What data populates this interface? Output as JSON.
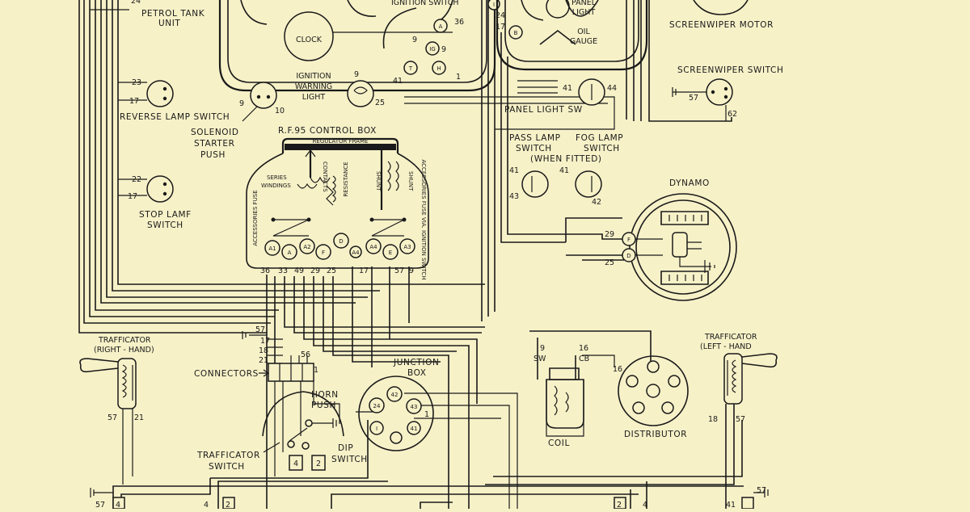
{
  "labels": {
    "petrol_tank": [
      "PETROL TANK",
      "UNIT"
    ],
    "clock": "CLOCK",
    "ignition_switch": "IGNITION SWITCH",
    "panel_light": [
      "PANEL",
      "LIGHT"
    ],
    "oil_gauge": [
      "OIL",
      "GAUGE"
    ],
    "screenwiper_motor": "SCREENWIPER MOTOR",
    "screenwiper_switch": "SCREENWIPER SWITCH",
    "ignition_warning_light": [
      "IGNITION",
      "WARNING",
      "LIGHT"
    ],
    "reverse_lamp_switch": "REVERSE LAMP SWITCH",
    "solenoid_starter_push": [
      "SOLENOID",
      "STARTER",
      "PUSH"
    ],
    "panel_light_sw": "PANEL LIGHT SW",
    "control_box": "R.F.95 CONTROL BOX",
    "regulator_frame": "REGULATOR FRAME",
    "series_windings": [
      "SERIES",
      "WINDINGS"
    ],
    "contacts": "CONTACTS",
    "resistance": "RESISTANCE",
    "shunt_1": "SHUNT",
    "shunt_2": "SHUNT",
    "accessories_fuse_left": "ACCESSORIES FUSE",
    "accessories_fuse_right": "ACCESSORIES FUSE VIA. IGNITION SWITCH",
    "pass_lamp_switch": [
      "PASS LAMP",
      "SWITCH"
    ],
    "fog_lamp_switch": [
      "FOG LAMP",
      "SWITCH"
    ],
    "when_fitted": "(WHEN FITTED)",
    "stop_lamp_switch": [
      "STOP LAMF",
      "SWITCH"
    ],
    "dynamo": "DYNAMO",
    "trafficator_right": [
      "TRAFFICATOR",
      "(RIGHT - HAND)"
    ],
    "trafficator_left": [
      "TRAFFICATOR",
      "(LEFT - HAND"
    ],
    "connectors": "CONNECTORS",
    "horn_push": [
      "HORN",
      "PUSH"
    ],
    "junction_box": [
      "JUNCTION",
      "BOX"
    ],
    "sw": "SW",
    "cb": "CB",
    "coil": "COIL",
    "distributor": "DISTRIBUTOR",
    "trafficator_switch": [
      "TRAFFICATOR",
      "SWITCH"
    ],
    "dip_switch": [
      "DIP",
      "SWITCH"
    ]
  },
  "terminals": {
    "control_box_letters": [
      "A1",
      "A",
      "A2",
      "F",
      "D",
      "A4",
      "E",
      "A3"
    ],
    "control_box_wires": [
      "36",
      "33",
      "49",
      "29",
      "25",
      "17",
      "57",
      "9"
    ],
    "ignition_letters": [
      "A",
      "IG",
      "T",
      "H",
      "B",
      "I"
    ],
    "dynamo_letters": [
      "F",
      "D"
    ],
    "junction_box": [
      "24",
      "42",
      "43",
      "I",
      "41"
    ],
    "dip_switch": [
      "4",
      "2"
    ]
  },
  "wire_numbers": {
    "petrol_tank": "24",
    "ign_36": "36",
    "ign_9a": "9",
    "ign_9b": "9",
    "ign_1": "1",
    "ign_41": "41",
    "i_24": "24",
    "i_17": "17",
    "iwl_9": "9",
    "iwl_25": "25",
    "pl_41": "41",
    "pl_44": "44",
    "sw_57": "57",
    "sw_62": "62",
    "rev_23": "23",
    "rev_17": "17",
    "sol_9": "9",
    "sol_10": "10",
    "stop_22": "22",
    "stop_17": "17",
    "pass_41": "41",
    "pass_43": "43",
    "fog_41": "41",
    "fog_42": "42",
    "dyn_29": "29",
    "dyn_25": "25",
    "conn_57": "57",
    "conn_17": "17",
    "conn_18": "18",
    "conn_21": "21",
    "conn_56": "56",
    "conn_1": "1",
    "jb_1": "1",
    "coil_9": "9",
    "coil_16": "16",
    "dist_16": "16",
    "tr_57": "57",
    "tr_21": "21",
    "tl_18": "18",
    "tl_57": "57",
    "bl_57": "57",
    "bl_4": "4",
    "b_4": "4",
    "b_2": "2",
    "br_2": "2",
    "br_4": "4",
    "br_41": "41",
    "br_57": "57"
  }
}
